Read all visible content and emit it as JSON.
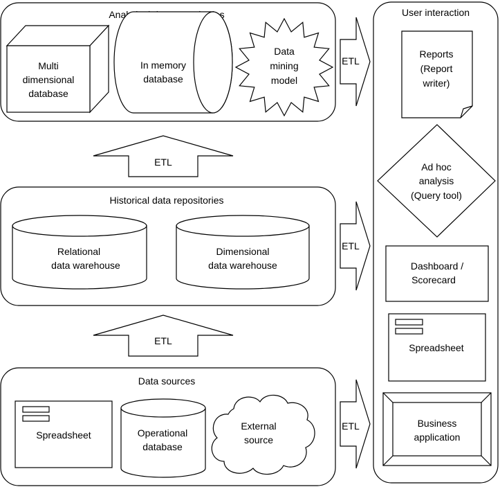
{
  "analytical": {
    "title": "Analytical data repositories",
    "multi_l1": "Multi",
    "multi_l2": "dimensional",
    "multi_l3": "database",
    "inmem_l1": "In memory",
    "inmem_l2": "database",
    "mining_l1": "Data",
    "mining_l2": "mining",
    "mining_l3": "model"
  },
  "historical": {
    "title": "Historical data repositories",
    "relational_l1": "Relational",
    "relational_l2": "data warehouse",
    "dimensional_l1": "Dimensional",
    "dimensional_l2": "data warehouse"
  },
  "sources": {
    "title": "Data sources",
    "spreadsheet": "Spreadsheet",
    "operational_l1": "Operational",
    "operational_l2": "database",
    "external_l1": "External",
    "external_l2": "source"
  },
  "user": {
    "title": "User interaction",
    "reports_l1": "Reports",
    "reports_l2": "(Report",
    "reports_l3": "writer)",
    "adhoc_l1": "Ad hoc",
    "adhoc_l2": "analysis",
    "adhoc_l3": "(Query tool)",
    "dashboard_l1": "Dashboard /",
    "dashboard_l2": "Scorecard",
    "spreadsheet": "Spreadsheet",
    "business_l1": "Business",
    "business_l2": "application"
  },
  "etl": {
    "up_upper": "ETL",
    "up_lower": "ETL",
    "right_top": "ETL",
    "right_mid": "ETL",
    "right_bottom": "ETL"
  }
}
